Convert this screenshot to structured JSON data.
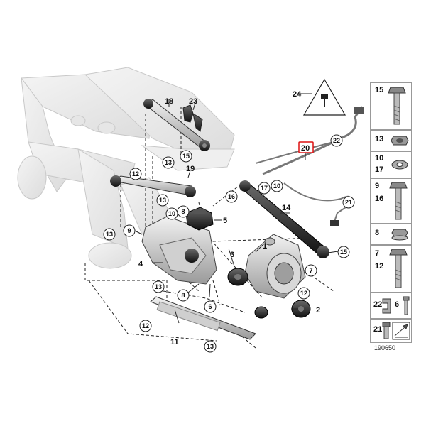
{
  "diagram_id": "190650",
  "callouts": {
    "c1": "1",
    "c2": "2",
    "c3": "3",
    "c4": "4",
    "c5": "5",
    "c6": "6",
    "c7": "7",
    "c8": "8",
    "c9": "9",
    "c10": "10",
    "c11": "11",
    "c12": "12",
    "c13": "13",
    "c14": "14",
    "c15": "15",
    "c16": "16",
    "c17": "17",
    "c18": "18",
    "c19": "19",
    "c20": "20",
    "c21": "21",
    "c22": "22",
    "c23": "23",
    "c24": "24"
  },
  "side_panel": [
    {
      "labels": [
        "15"
      ],
      "part": "bolt"
    },
    {
      "labels": [
        "13"
      ],
      "part": "nut"
    },
    {
      "labels": [
        "10",
        "17"
      ],
      "part": "washer"
    },
    {
      "labels": [
        "9",
        "16"
      ],
      "part": "bolt"
    },
    {
      "labels": [
        "8"
      ],
      "part": "nut"
    },
    {
      "labels": [
        "7",
        "12"
      ],
      "part": "bolt"
    },
    {
      "labels": [
        "22",
        "6"
      ],
      "part": "clip-and-bolt"
    },
    {
      "labels": [
        "21"
      ],
      "part": "screw-and-arrow"
    }
  ]
}
